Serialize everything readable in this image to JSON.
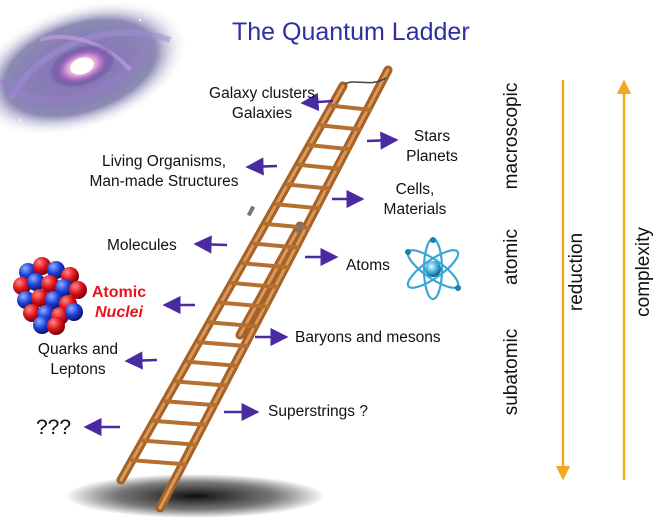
{
  "title": "The Quantum Ladder",
  "left_labels": {
    "galaxy_clusters": "Galaxy clusters",
    "galaxies": "Galaxies",
    "living_organisms": "Living Organisms,",
    "man_made": "Man-made Structures",
    "molecules": "Molecules",
    "atomic": "Atomic",
    "nuclei": "Nuclei",
    "quarks_and": "Quarks and",
    "leptons": "Leptons",
    "unknown": "???"
  },
  "right_labels": {
    "stars": "Stars",
    "planets": "Planets",
    "cells": "Cells,",
    "materials": "Materials",
    "atoms": "Atoms",
    "baryons": "Baryons and mesons",
    "superstrings": "Superstrings ?"
  },
  "scale_labels": {
    "macroscopic": "macroscopic",
    "atomic": "atomic",
    "subatomic": "subatomic",
    "reduction": "reduction",
    "complexity": "complexity"
  },
  "colors": {
    "title": "#2e2fa0",
    "arrow_purple": "#4a2aa0",
    "scale_arrow_orange": "#f5a623",
    "nuclei_red": "#e8141c",
    "ladder_wood": "#b5702f"
  },
  "icons": [
    "galaxy-icon",
    "atom-icon",
    "nucleus-icon",
    "ladder-icon"
  ]
}
